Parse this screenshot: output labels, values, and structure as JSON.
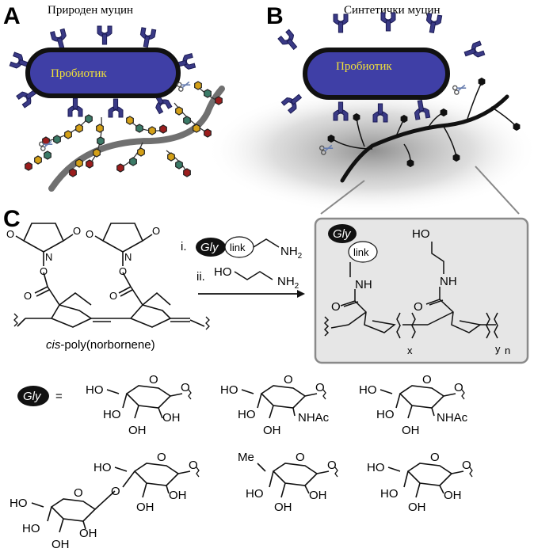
{
  "panels": {
    "a": {
      "letter": "A",
      "title": "Природен муцин",
      "probiotic": "Пробиотик"
    },
    "b": {
      "letter": "B",
      "title": "Синтетички муцин",
      "probiotic": "Пробиотик"
    },
    "c": {
      "letter": "C"
    }
  },
  "reaction": {
    "step_i": "i.",
    "step_ii": "ii.",
    "gly": "Gly",
    "link": "link",
    "nh2": "NH",
    "two": "2",
    "ho": "HO",
    "polymer_prefix": "cis",
    "polymer_name": "-poly(norbornene)",
    "o": "O",
    "n_atom": "N",
    "nh": "NH",
    "x": "x",
    "y": "y",
    "n": "n"
  },
  "sugars": {
    "gly": "Gly",
    "equals": "=",
    "ho": "HO",
    "oh": "OH",
    "nhac": "NHAc",
    "me": "Me",
    "o": "O"
  },
  "colors": {
    "probiotic_fill": "#3f3fa6",
    "probiotic_text": "#f1e13a",
    "receptor": "#3a3a86",
    "strand": "#707070",
    "synthetic_strand": "#111111"
  }
}
